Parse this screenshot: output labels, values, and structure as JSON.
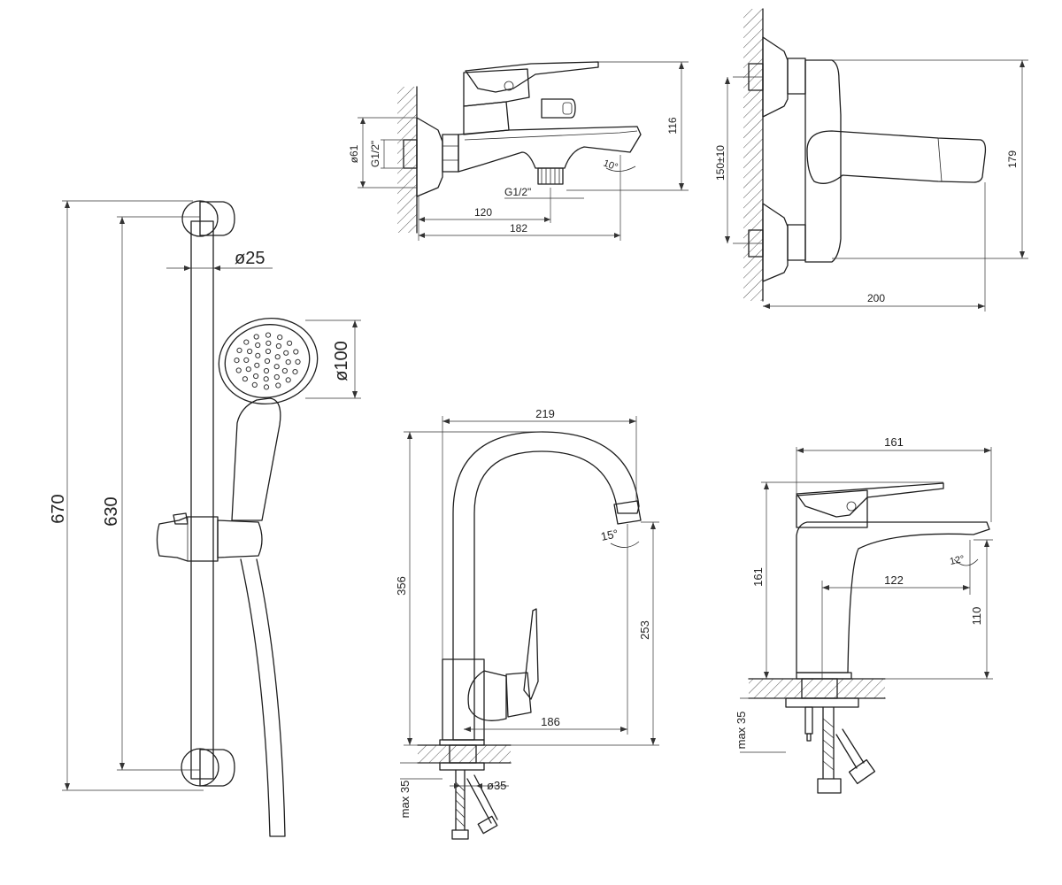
{
  "rail_set": {
    "dim_total_height": "670",
    "dim_rail_centers": "630",
    "dim_rail_diameter": "ø25",
    "dim_head_diameter": "ø100"
  },
  "bath_mixer_side": {
    "dim_height": "116",
    "dim_rosette": "ø61",
    "dim_inlet_thread": "G1/2\"",
    "dim_outlet_thread": "G1/2\"",
    "dim_spout_angle": "10°",
    "dim_outlet_reach": "120",
    "dim_total_reach": "182"
  },
  "bath_mixer_top": {
    "dim_center_distance": "150±10",
    "dim_height": "179",
    "dim_depth": "200"
  },
  "sink_mixer": {
    "dim_width": "219",
    "dim_height": "356",
    "dim_spout_height": "253",
    "dim_reach": "186",
    "dim_spout_angle": "15°",
    "dim_max_counter": "max 35",
    "dim_hole": "ø35"
  },
  "basin_mixer": {
    "dim_width": "161",
    "dim_height": "161",
    "dim_reach": "122",
    "dim_spout_height": "110",
    "dim_spout_angle": "12°",
    "dim_max_counter": "max 35"
  }
}
